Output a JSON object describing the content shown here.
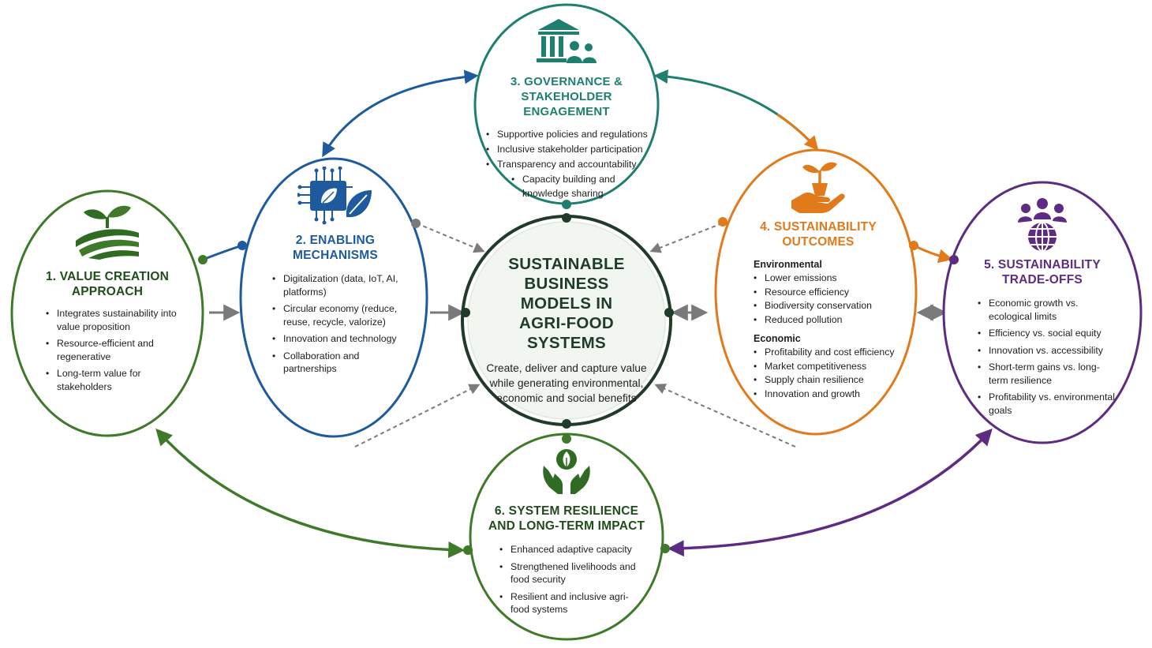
{
  "colors": {
    "green": "#3f7a2a",
    "dark_green": "#1f3b2a",
    "blue": "#1d5a9e",
    "teal": "#1e7f6f",
    "orange": "#e07a1a",
    "purple": "#5e2b82",
    "arrow_gray": "#7a7a7a"
  },
  "center": {
    "title_lines": [
      "SUSTAINABLE",
      "BUSINESS",
      "MODELS IN",
      "AGRI-FOOD SYSTEMS"
    ],
    "description": "Create, deliver and capture value while generating environmental, economic and social benefits"
  },
  "nodes": {
    "value_creation": {
      "icon": "sprout-field-icon",
      "title_lines": [
        "1. VALUE CREATION",
        "APPROACH"
      ],
      "items": [
        "Integrates sustainability into value proposition",
        "Resource-efficient and regenerative",
        "Long-term value for stakeholders"
      ]
    },
    "enabling": {
      "icon": "circuit-leaf-icon",
      "title_lines": [
        "2. ENABLING",
        "MECHANISMS"
      ],
      "items": [
        "Digitalization (data, IoT, AI, platforms)",
        "Circular economy (reduce, reuse, recycle, valorize)",
        "Innovation and technology",
        "Collaboration and partnerships"
      ]
    },
    "governance": {
      "icon": "institution-people-icon",
      "title_lines": [
        "3. GOVERNANCE &",
        "STAKEHOLDER ENGAGEMENT"
      ],
      "items": [
        "Supportive policies and regulations",
        "Inclusive stakeholder participation",
        "Transparency and accountability",
        "Capacity building and knowledge sharing"
      ]
    },
    "outcomes": {
      "icon": "hand-plant-icon",
      "title_lines": [
        "4. SUSTAINABILITY",
        "OUTCOMES"
      ],
      "groups": [
        {
          "label": "Environmental",
          "items": [
            "Lower emissions",
            "Resource efficiency",
            "Biodiversity conservation",
            "Reduced pollution"
          ]
        },
        {
          "label": "Economic",
          "items": [
            "Profitability and cost efficiency",
            "Market competitiveness",
            "Supply chain resilience",
            "Innovation and growth"
          ]
        }
      ]
    },
    "tradeoffs": {
      "icon": "people-globe-icon",
      "title_lines": [
        "5. SUSTAINABILITY",
        "TRADE-OFFS"
      ],
      "items": [
        "Economic growth vs. ecological limits",
        "Efficiency vs. social equity",
        "Innovation vs. accessibility",
        "Short-term gains vs. long-term resilience",
        "Profitability vs. environmental goals"
      ]
    },
    "resilience": {
      "icon": "hands-leaf-icon",
      "title_lines": [
        "6. SYSTEM RESILIENCE",
        "AND LONG-TERM IMPACT"
      ],
      "items": [
        "Enhanced adaptive capacity",
        "Strengthened livelihoods and food security",
        "Resilient and inclusive agri-food systems"
      ]
    }
  }
}
